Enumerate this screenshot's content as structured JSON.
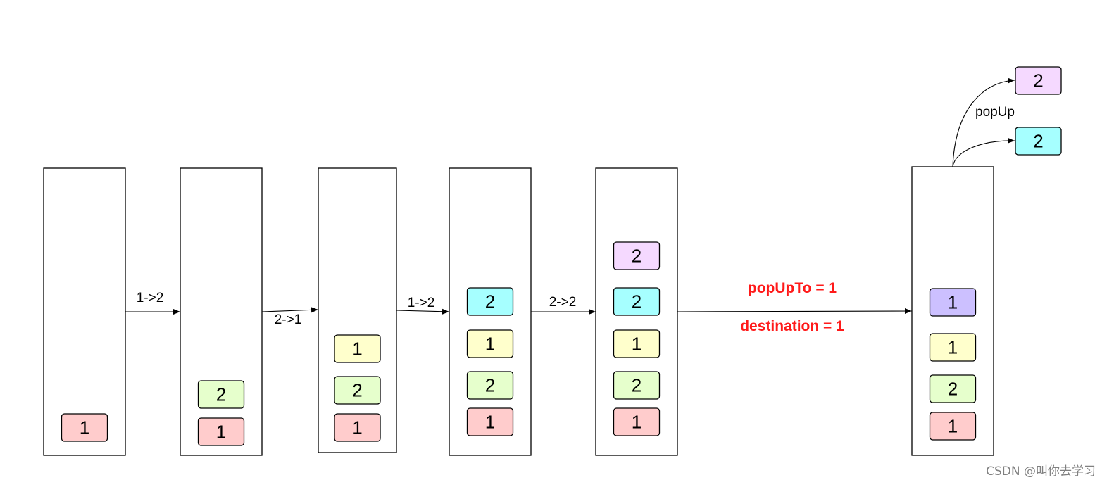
{
  "colors": {
    "pink": "#ffcccc",
    "green": "#e6ffcc",
    "yellow": "#ffffcc",
    "cyan": "#a6ffff",
    "lilac": "#f5d9ff",
    "purple": "#ccc0ff",
    "stroke": "#000000",
    "highlight": "#ff1a1a"
  },
  "stacks": [
    {
      "id": "s1",
      "cards": [
        {
          "label": "1",
          "color": "pink"
        }
      ]
    },
    {
      "id": "s2",
      "cards": [
        {
          "label": "2",
          "color": "green"
        },
        {
          "label": "1",
          "color": "pink"
        }
      ]
    },
    {
      "id": "s3",
      "cards": [
        {
          "label": "1",
          "color": "yellow"
        },
        {
          "label": "2",
          "color": "green"
        },
        {
          "label": "1",
          "color": "pink"
        }
      ]
    },
    {
      "id": "s4",
      "cards": [
        {
          "label": "2",
          "color": "cyan"
        },
        {
          "label": "1",
          "color": "yellow"
        },
        {
          "label": "2",
          "color": "green"
        },
        {
          "label": "1",
          "color": "pink"
        }
      ]
    },
    {
      "id": "s5",
      "cards": [
        {
          "label": "2",
          "color": "lilac"
        },
        {
          "label": "2",
          "color": "cyan"
        },
        {
          "label": "1",
          "color": "yellow"
        },
        {
          "label": "2",
          "color": "green"
        },
        {
          "label": "1",
          "color": "pink"
        }
      ]
    },
    {
      "id": "s6",
      "cards": [
        {
          "label": "1",
          "color": "purple"
        },
        {
          "label": "1",
          "color": "yellow"
        },
        {
          "label": "2",
          "color": "green"
        },
        {
          "label": "1",
          "color": "pink"
        }
      ]
    }
  ],
  "transitions": [
    {
      "label": "1->2"
    },
    {
      "label": "2->1"
    },
    {
      "label": "1->2"
    },
    {
      "label": "2->2"
    }
  ],
  "pop_transition": {
    "line1": "popUpTo = 1",
    "line2": "destination = 1"
  },
  "popped": {
    "label": "popUp",
    "cards": [
      {
        "label": "2",
        "color": "lilac"
      },
      {
        "label": "2",
        "color": "cyan"
      }
    ]
  },
  "watermark": "CSDN @叫你去学习"
}
